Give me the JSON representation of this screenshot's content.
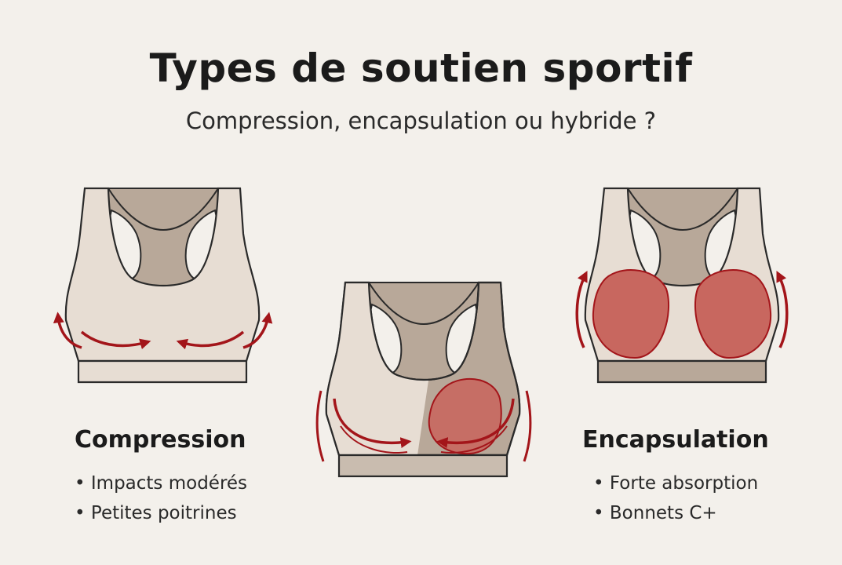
{
  "header": {
    "title": "Types de soutien sportif",
    "subtitle": "Compression, encapsulation ou hybride ?"
  },
  "types": [
    {
      "name": "Compression",
      "bullets": [
        "Impacts modérés",
        "Petites poitrines"
      ]
    },
    {
      "name": "Encapsulation",
      "bullets": [
        "Forte absorption",
        "Bonnets C+"
      ]
    }
  ],
  "colors": {
    "background": "#f3f0eb",
    "fabric_light": "#e7ddd3",
    "fabric_dark": "#b8a899",
    "arrow_red": "#a3151a",
    "cup_red": "#c8675f"
  }
}
